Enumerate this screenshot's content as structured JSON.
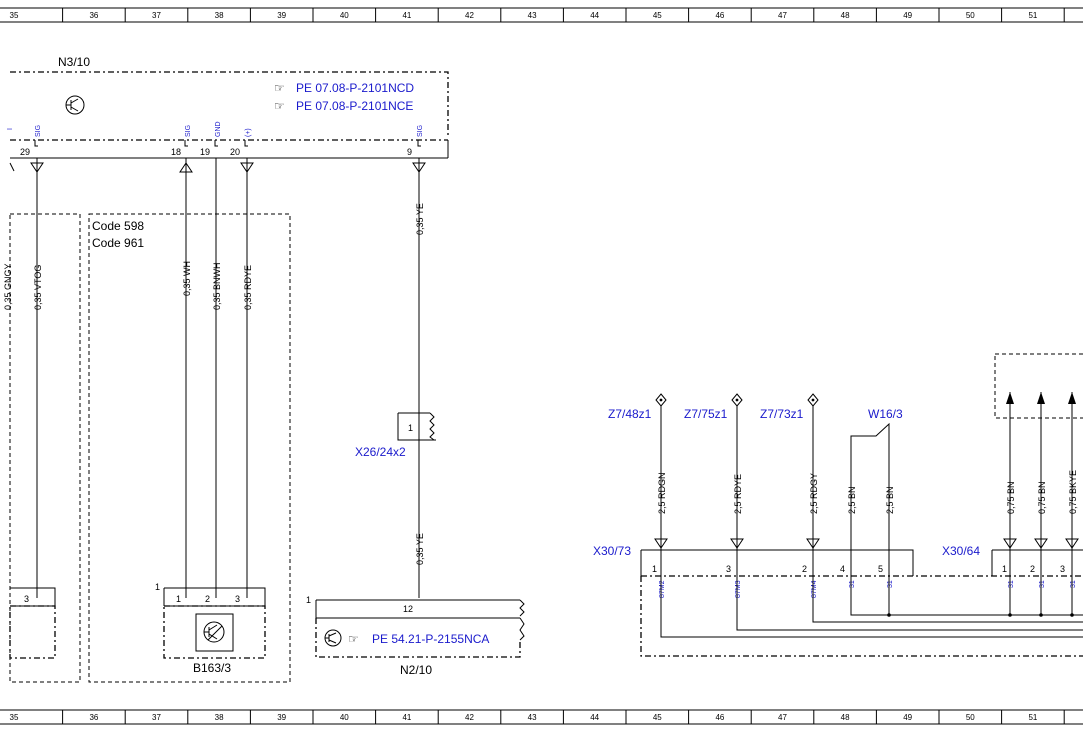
{
  "ruler": {
    "columns": [
      "35",
      "36",
      "37",
      "38",
      "39",
      "40",
      "41",
      "42",
      "43",
      "44",
      "45",
      "46",
      "47",
      "48",
      "49",
      "50",
      "51"
    ]
  },
  "components": {
    "n3_10": {
      "name": "N3/10",
      "refs": [
        "PE 07.08-P-2101NCD",
        "PE 07.08-P-2101NCE"
      ],
      "pins": [
        "29",
        "18",
        "19",
        "20",
        "9"
      ],
      "pin_types": [
        "SIG",
        "SIG",
        "GND",
        "(+)",
        "SIG"
      ]
    },
    "codes": [
      "Code 598",
      "Code 961"
    ],
    "b163_3": {
      "name": "B163/3",
      "pins": [
        "1",
        "2",
        "3"
      ],
      "conn_num": "1"
    },
    "left_box": {
      "pin": "3"
    },
    "x26_24x2": {
      "name": "X26/24x2",
      "pin": "1"
    },
    "n2_10": {
      "name": "N2/10",
      "ref": "PE 54.21-P-2155NCA",
      "pin": "12",
      "conn_num": "1"
    },
    "x30_73": {
      "name": "X30/73",
      "pins": [
        "1",
        "3",
        "2",
        "4",
        "5"
      ],
      "pin_labels": [
        "87M2",
        "87M3",
        "87M4",
        "31",
        "31"
      ]
    },
    "x30_64": {
      "name": "X30/64",
      "pins": [
        "1",
        "2",
        "3"
      ],
      "pin_labels": [
        "31",
        "31",
        "31"
      ]
    },
    "splices": [
      "Z7/48z1",
      "Z7/75z1",
      "Z7/73z1"
    ],
    "w16_3": "W16/3"
  },
  "wires": {
    "vtog": "0,35 VTOG",
    "left_clip": "0,35 GNGY",
    "wh": "0,35 WH",
    "bnwh": "0,35 BNWH",
    "rdye": "0,35 RDYE",
    "ye_top": "0,35 YE",
    "ye_bottom": "0,35 YE",
    "rdgn": "2,5 RDGN",
    "rdye_25": "2,5 RDYE",
    "rdgy": "2,5 RDGY",
    "bn1": "2,5 BN",
    "bn2": "2,5 BN",
    "bn075_1": "0,75 BN",
    "bn075_2": "0,75 BN",
    "bkye": "0,75 BKYE"
  }
}
